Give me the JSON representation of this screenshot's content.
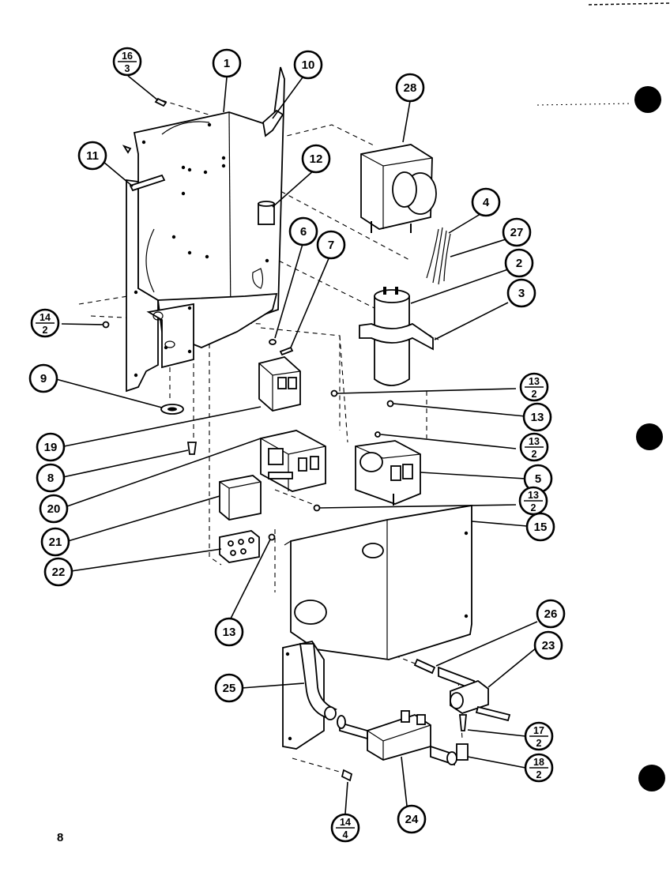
{
  "page_number": "8",
  "callouts": [
    {
      "id": "c1",
      "label": "1"
    },
    {
      "id": "c10",
      "label": "10"
    },
    {
      "id": "c28",
      "label": "28"
    },
    {
      "id": "c11",
      "label": "11"
    },
    {
      "id": "c12",
      "label": "12"
    },
    {
      "id": "c4",
      "label": "4"
    },
    {
      "id": "c6",
      "label": "6"
    },
    {
      "id": "c7",
      "label": "7"
    },
    {
      "id": "c27",
      "label": "27"
    },
    {
      "id": "c2",
      "label": "2"
    },
    {
      "id": "c3",
      "label": "3"
    },
    {
      "id": "c9",
      "label": "9"
    },
    {
      "id": "c13b",
      "label": "13"
    },
    {
      "id": "c19",
      "label": "19"
    },
    {
      "id": "c8",
      "label": "8"
    },
    {
      "id": "c5",
      "label": "5"
    },
    {
      "id": "c20",
      "label": "20"
    },
    {
      "id": "c21",
      "label": "21"
    },
    {
      "id": "c15",
      "label": "15"
    },
    {
      "id": "c22",
      "label": "22"
    },
    {
      "id": "c13c",
      "label": "13"
    },
    {
      "id": "c26",
      "label": "26"
    },
    {
      "id": "c23",
      "label": "23"
    },
    {
      "id": "c25",
      "label": "25"
    },
    {
      "id": "c24",
      "label": "24"
    }
  ],
  "fraction_callouts": [
    {
      "id": "f16_3",
      "top": "16",
      "bottom": "3"
    },
    {
      "id": "f14_2",
      "top": "14",
      "bottom": "2"
    },
    {
      "id": "f13_2a",
      "top": "13",
      "bottom": "2"
    },
    {
      "id": "f13_2b",
      "top": "13",
      "bottom": "2"
    },
    {
      "id": "f13_2c",
      "top": "13",
      "bottom": "2"
    },
    {
      "id": "f17_2",
      "top": "17",
      "bottom": "2"
    },
    {
      "id": "f18_2",
      "top": "18",
      "bottom": "2"
    },
    {
      "id": "f14_4",
      "top": "14",
      "bottom": "4"
    }
  ],
  "colors": {
    "ink": "#000000",
    "paper": "#ffffff"
  }
}
